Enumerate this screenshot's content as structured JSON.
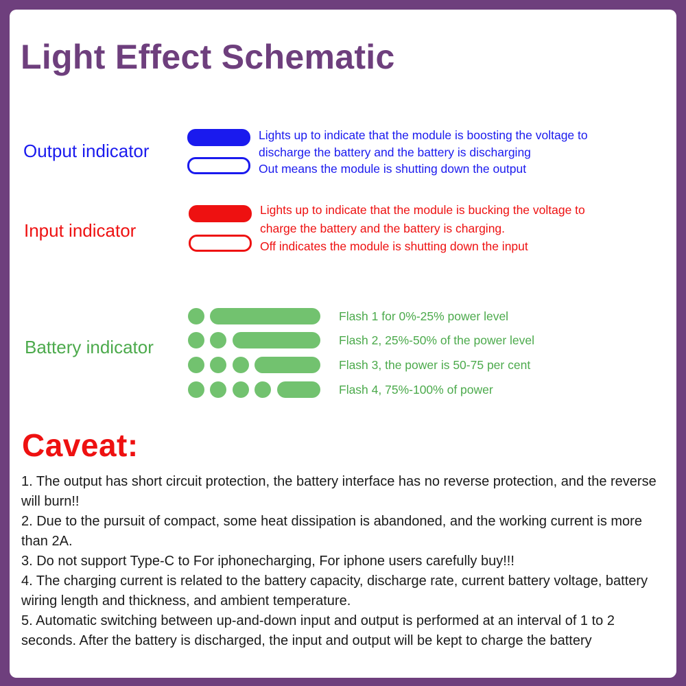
{
  "title": "Light Effect Schematic",
  "colors": {
    "frame": "#6e3f7d",
    "output": "#1a1aee",
    "input": "#ee1111",
    "battery": "#72c26f"
  },
  "output_indicator": {
    "label": "Output indicator",
    "on_line1": "Lights up to indicate that the module is boosting the voltage to",
    "on_line2": "discharge the battery and the battery is discharging",
    "off_text": "Out means the module is shutting down the output"
  },
  "input_indicator": {
    "label": "Input indicator",
    "on_line1": "Lights up to indicate that the module is bucking the voltage to",
    "on_line2": "charge the battery and the battery is charging.",
    "off_text": "Off indicates the module is shutting down the input"
  },
  "battery_indicator": {
    "label": "Battery indicator",
    "levels": [
      {
        "text": "Flash 1 for 0%-25% power level",
        "dots": 1
      },
      {
        "text": "Flash 2, 25%-50% of the power level",
        "dots": 2
      },
      {
        "text": "Flash 3, the power is 50-75 per cent",
        "dots": 3
      },
      {
        "text": "Flash 4, 75%-100% of power",
        "dots": 4
      }
    ]
  },
  "caveat": {
    "title": "Caveat:",
    "items": [
      "1. The output has short circuit protection, the battery interface has no reverse protection, and the reverse will burn!!",
      "2. Due to the pursuit of compact, some heat dissipation is abandoned, and the working current is more than 2A.",
      "3. Do not support Type-C to For iphonecharging, For iphone users carefully buy!!!",
      "4. The charging current is related to the battery capacity, discharge rate, current battery voltage, battery wiring length and thickness, and ambient temperature.",
      "5. Automatic switching between up-and-down input and output is performed at an interval of 1 to 2 seconds. After the battery is discharged, the input and output will be kept to charge the battery"
    ]
  }
}
